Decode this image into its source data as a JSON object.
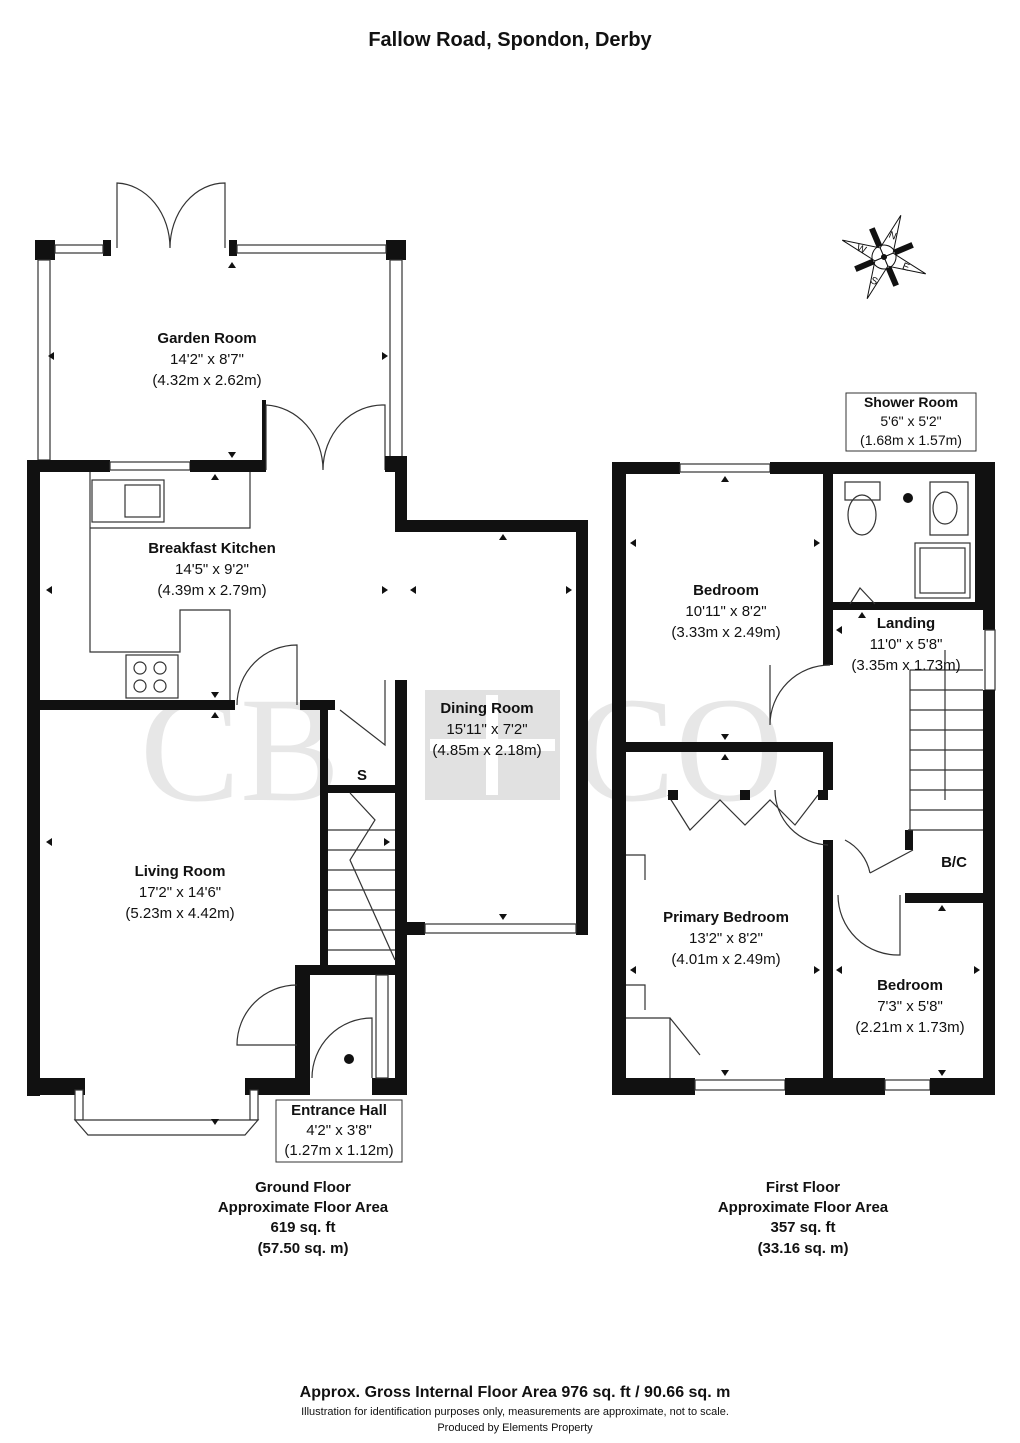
{
  "title": "Fallow Road, Spondon, Derby",
  "watermark": "CB+CO",
  "compass": {
    "n": "N",
    "e": "E",
    "s": "S",
    "w": "W"
  },
  "rooms": [
    {
      "name": "Garden Room",
      "imperial": "14'2\" x 8'7\"",
      "metric": "(4.32m x 2.62m)"
    },
    {
      "name": "Breakfast Kitchen",
      "imperial": "14'5\" x 9'2\"",
      "metric": "(4.39m x 2.79m)"
    },
    {
      "name": "Dining Room",
      "imperial": "15'11\" x 7'2\"",
      "metric": "(4.85m x 2.18m)"
    },
    {
      "name": "Living Room",
      "imperial": "17'2\" x 14'6\"",
      "metric": "(5.23m x 4.42m)"
    },
    {
      "name": "Entrance Hall",
      "imperial": "4'2\" x 3'8\"",
      "metric": "(1.27m x 1.12m)"
    },
    {
      "name": "Shower Room",
      "imperial": "5'6\" x 5'2\"",
      "metric": "(1.68m x 1.57m)"
    },
    {
      "name": "Bedroom",
      "imperial": "10'11\" x 8'2\"",
      "metric": "(3.33m x 2.49m)"
    },
    {
      "name": "Landing",
      "imperial": "11'0\" x 5'8\"",
      "metric": "(3.35m x 1.73m)"
    },
    {
      "name": "Primary Bedroom",
      "imperial": "13'2\" x 8'2\"",
      "metric": "(4.01m x 2.49m)"
    },
    {
      "name": "Bedroom",
      "imperial": "7'3\" x 5'8\"",
      "metric": "(2.21m x 1.73m)"
    }
  ],
  "labels": {
    "store": "S",
    "boiler_cupboard": "B/C"
  },
  "floors": [
    {
      "name": "Ground Floor",
      "caption": "Approximate Floor Area",
      "sqft": "619 sq. ft",
      "sqm": "(57.50 sq. m)"
    },
    {
      "name": "First Floor",
      "caption": "Approximate Floor Area",
      "sqft": "357 sq. ft",
      "sqm": "(33.16 sq. m)"
    }
  ],
  "footer": {
    "gross": "Approx. Gross Internal Floor Area 976 sq. ft / 90.66 sq. m",
    "disclaimer": "Illustration for identification purposes only, measurements are approximate, not to scale.",
    "producer": "Produced by Elements Property"
  }
}
